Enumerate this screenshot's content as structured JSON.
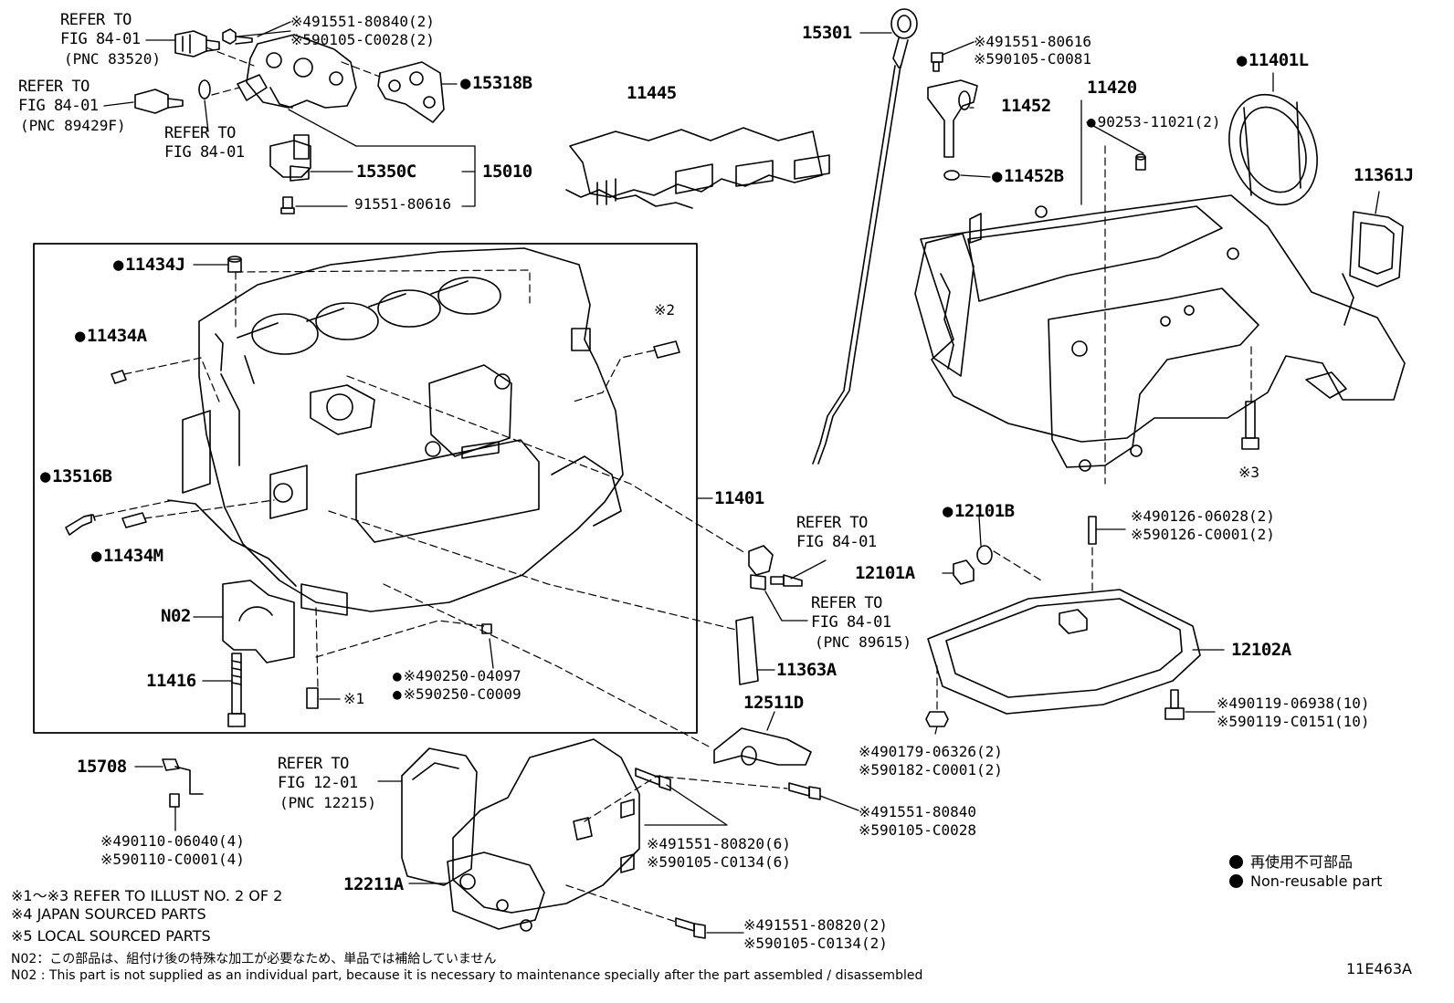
{
  "labels": {
    "refer_83520": [
      "REFER TO",
      "FIG 84-01",
      "(PNC 83520)"
    ],
    "refer_89429F": [
      "REFER TO",
      "FIG 84-01",
      "(PNC 89429F)"
    ],
    "refer_fig84_plain": [
      "REFER TO",
      "FIG 84-01"
    ],
    "p491551_80840_2": "※491551-80840(2)",
    "p590105_C0028_2": "※590105-C0028(2)",
    "p15318B": "15318B",
    "p15350C": "15350C",
    "p15010": "15010",
    "p91551_80616": "91551-80616",
    "p11445": "11445",
    "p15301": "15301",
    "p491551_80616": "※491551-80616",
    "p590105_C0081": "※590105-C0081",
    "p11452": "11452",
    "p11452B": "11452B",
    "p11420": "11420",
    "p90253_11021": "90253-11021(2)",
    "p11401L": "11401L",
    "p11361J": "11361J",
    "p11434J": "11434J",
    "p11434A": "11434A",
    "star2": "※2",
    "p13516B": "13516B",
    "p11434M": "11434M",
    "p11401": "11401",
    "refer_knock": [
      "REFER TO",
      "FIG 84-01"
    ],
    "refer_89615": [
      "REFER TO",
      "FIG 84-01",
      "(PNC 89615)"
    ],
    "p12101B": "12101B",
    "p12101A": "12101A",
    "p490126_06028": "※490126-06028(2)",
    "p590126_C0001": "※590126-C0001(2)",
    "star3": "※3",
    "pN02": "N02",
    "p11416": "11416",
    "p490250_04097": "※490250-04097",
    "p590250_C0009": "※590250-C0009",
    "star1": "※1",
    "p11363A": "11363A",
    "p12102A": "12102A",
    "p490119_06938": "※490119-06938(10)",
    "p590119_C0151": "※590119-C0151(10)",
    "p12511D": "12511D",
    "p490179_06326": "※490179-06326(2)",
    "p590182_C0001": "※590182-C0001(2)",
    "p15708": "15708",
    "refer_12215": [
      "REFER TO",
      "FIG 12-01",
      "(PNC 12215)"
    ],
    "p491551_80820_6": "※491551-80820(6)",
    "p590105_C0134_6": "※590105-C0134(6)",
    "p491551_80840": "※491551-80840",
    "p590105_C0028": "※590105-C0028",
    "p490110_06040": "※490110-06040(4)",
    "p590110_C0001": "※590110-C0001(4)",
    "p12211A": "12211A",
    "p491551_80820_2": "※491551-80820(2)",
    "p590105_C0134_2": "※590105-C0134(2)"
  },
  "legend": {
    "jp": "再使用不可部品",
    "en": "Non-reusable part"
  },
  "notes": {
    "n1": "※1～※3 REFER TO ILLUST NO. 2 OF 2",
    "n2": "※4 JAPAN SOURCED PARTS",
    "n3": "※5 LOCAL SOURCED PARTS",
    "n4": "N02：この部品は、組付け後の特殊な加工が必要なため、単品では補給していません",
    "n5": "N02 : This part is not supplied as an individual part, because it is necessary to maintenance specially after the part assembled / disassembled"
  },
  "figure_id": "11E463A"
}
